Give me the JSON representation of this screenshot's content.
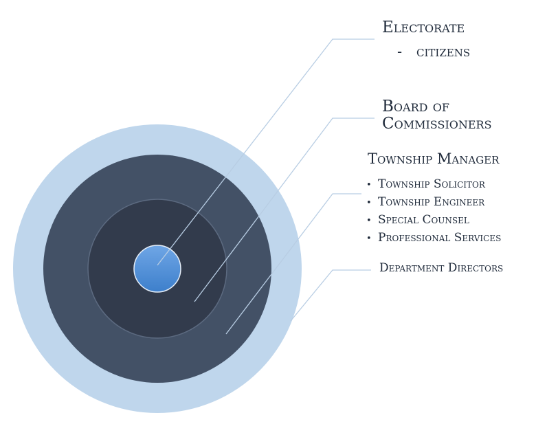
{
  "colors": {
    "outer_ring": "#bfd6ec",
    "middle_ring": "#435166",
    "inner_ring": "#323b4c",
    "core_top": "#6fa6e6",
    "core_bottom": "#3d7fcb",
    "leader_line": "#b8cde3",
    "text": "#1f2a3a"
  },
  "labels": {
    "electorate": "Electorate",
    "electorate_dash": "-",
    "electorate_sub": "citizens",
    "board_line1": "Board of",
    "board_line2": "Commissioners",
    "manager": "Township Manager",
    "manager_items": [
      "Township Solicitor",
      "Township Engineer",
      "Special Counsel",
      "Professional Services"
    ],
    "directors": "Department Directors"
  }
}
